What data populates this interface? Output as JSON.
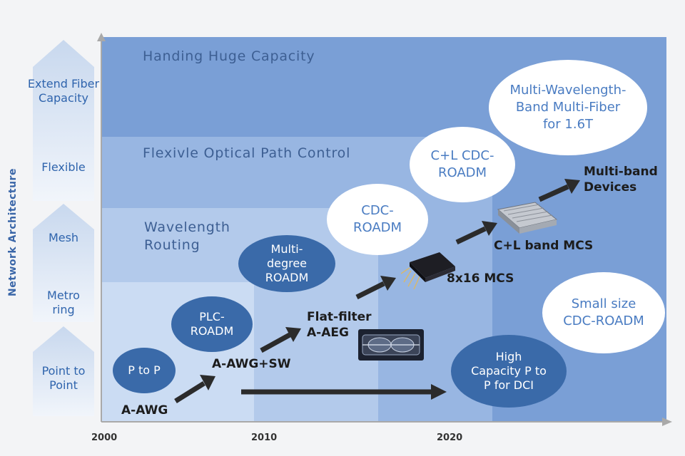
{
  "axis": {
    "y_title": "Network Architecture",
    "levels": [
      "Extend Fiber Capacity",
      "Flexible",
      "Mesh",
      "Metro ring",
      "Point to Point"
    ],
    "years": [
      "2000",
      "2010",
      "2020"
    ]
  },
  "bands": {
    "huge_capacity": "Handing Huge Capacity",
    "flexible_path": "Flexivle Optical Path Control",
    "wavelength_routing": "Wavelength Routing"
  },
  "ovals": {
    "p_to_p": "P to P",
    "plc_roadm": "PLC-ROADM",
    "multi_degree": "Multi-degree ROADM",
    "cdc_roadm": "CDC-ROADM",
    "cl_cdc_roadm": "C+L CDC-ROADM",
    "multi_wavelength": "Multi-Wavelength-Band Multi-Fiber for 1.6T",
    "small_size": "Small size CDC-ROADM",
    "high_capacity": "High Capacity P to P for DCI"
  },
  "tech": {
    "a_awg": "A-AWG",
    "a_awg_sw": "A-AWG+SW",
    "flat_filter": "Flat-filter A-AEG",
    "mcs_8x16": "8x16 MCS",
    "cl_band_mcs": "C+L band MCS",
    "multiband_devices": "Multi-band Devices"
  },
  "colors": {
    "band_top": "#7a9fd6",
    "band_mid": "#98b6e2",
    "band_low": "#b3caeb",
    "band_base": "#cbdcf3",
    "dark_oval": "#3a6aa9",
    "arrow": "#2b2b2b"
  }
}
